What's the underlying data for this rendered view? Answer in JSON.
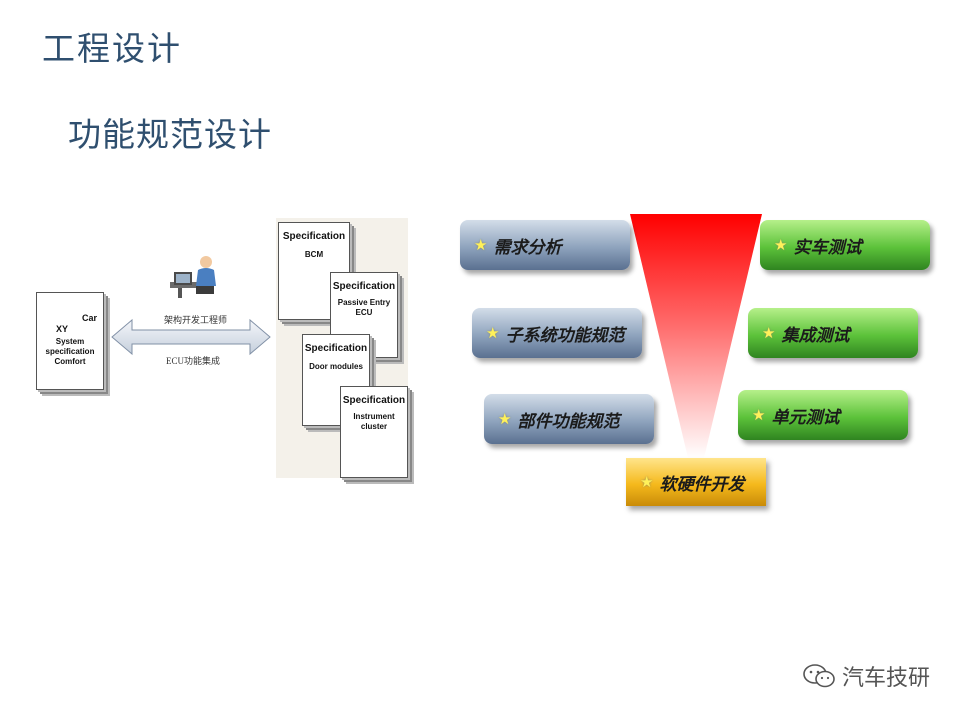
{
  "slide": {
    "title": "工程设计",
    "subtitle": "功能规范设计"
  },
  "left_diagram": {
    "car_doc": {
      "line1": "Car",
      "line2": "XY",
      "line3": "System",
      "line4": "specification",
      "line5": "Comfort"
    },
    "engineer_label": "架构开发工程师",
    "ecu_label": "ECU功能集成",
    "specs": [
      {
        "heading": "Specification",
        "sub": "BCM"
      },
      {
        "heading": "Specification",
        "sub": "Passive Entry ECU"
      },
      {
        "heading": "Specification",
        "sub": "Door modules"
      },
      {
        "heading": "Specification",
        "sub": "Instrument cluster"
      }
    ]
  },
  "v_model": {
    "left": [
      "需求分析",
      "子系统功能规范",
      "部件功能规范"
    ],
    "right": [
      "实车测试",
      "集成测试",
      "单元测试"
    ],
    "bottom": "软硬件开发",
    "colors": {
      "left": "#8ea3bd",
      "right": "#5cc23a",
      "bottom": "#f5b91c",
      "funnel": "#ff0000"
    }
  },
  "watermark": {
    "text": "汽车技研",
    "icon": "wechat-icon"
  }
}
